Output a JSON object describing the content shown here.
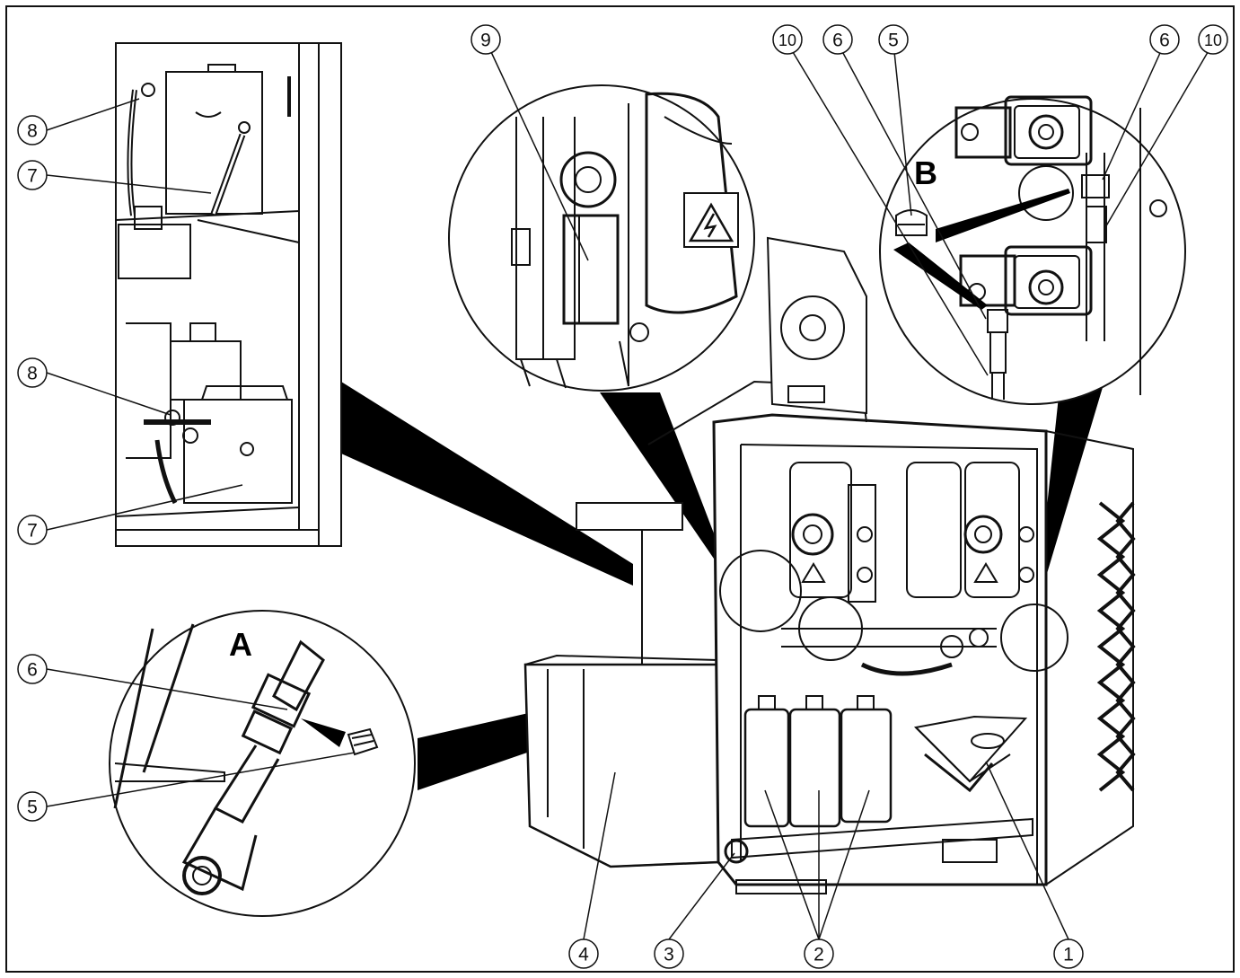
{
  "callouts": {
    "c1": "1",
    "c2": "2",
    "c3": "3",
    "c4": "4",
    "c5a": "5",
    "c5b": "5",
    "c6a": "6",
    "c6b": "6",
    "c6c": "6",
    "c7a": "7",
    "c7b": "7",
    "c8a": "8",
    "c8b": "8",
    "c9": "9",
    "c10a": "10",
    "c10b": "10"
  },
  "details": {
    "a": "A",
    "b": "B"
  },
  "colors": {
    "line": "#111111",
    "background": "#ffffff",
    "fill_dark": "#000000"
  },
  "icons": [
    "high-voltage-warning-icon",
    "warning-triangle-icon"
  ]
}
